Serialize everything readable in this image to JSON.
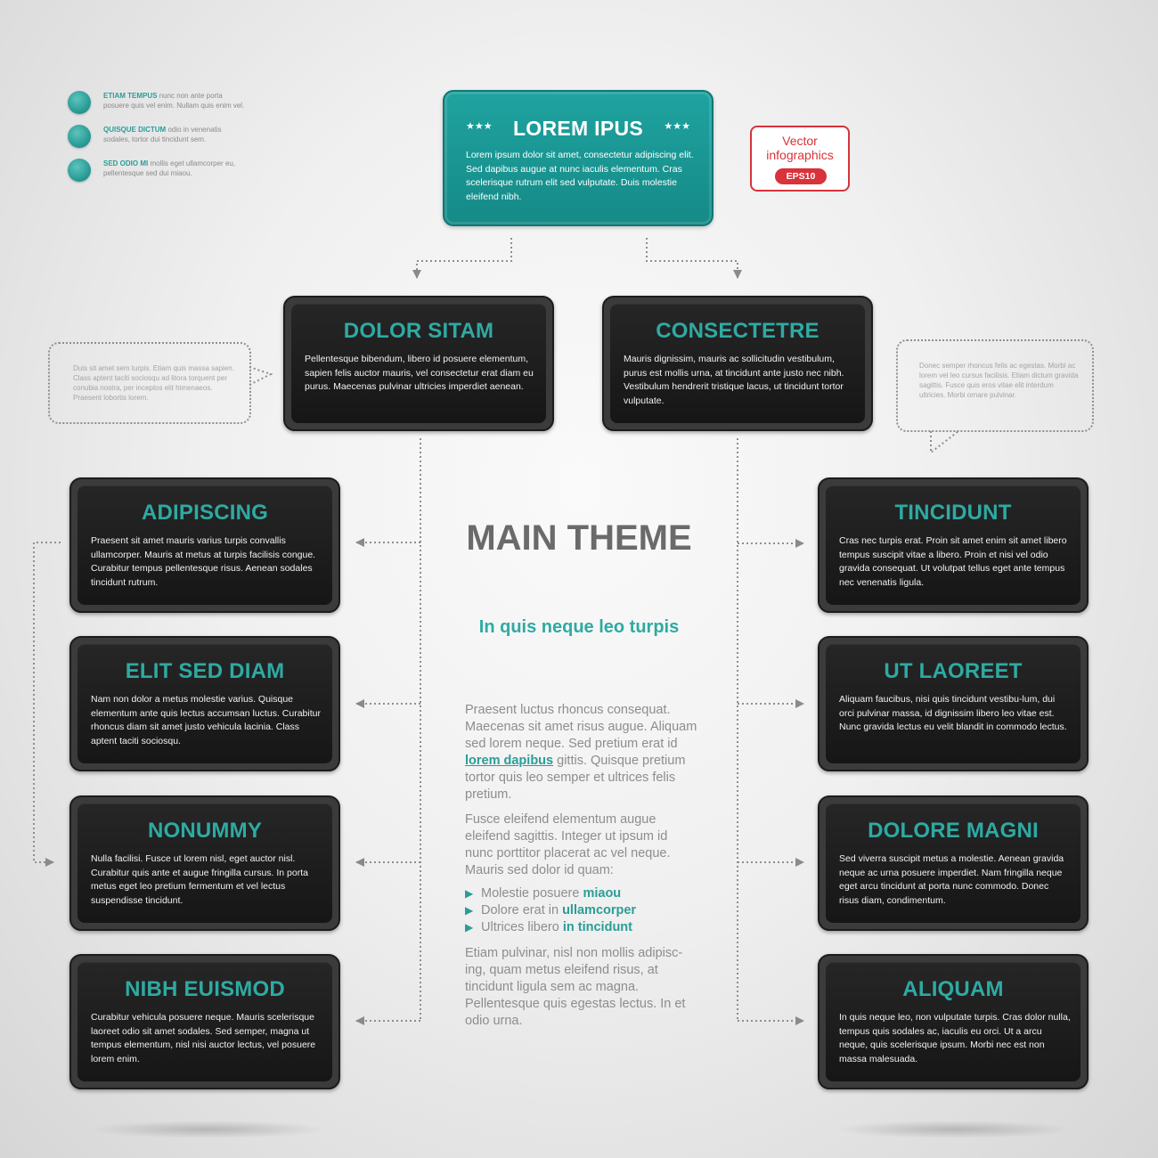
{
  "legend": [
    {
      "key": "ETIAM TEMPUS",
      "line1": "nunc non ante porta",
      "line2": "posuere quis vel enim. Nullam quis enim vel."
    },
    {
      "key": "QUISQUE DICTUM",
      "line1": "odio in venenatis",
      "line2": "sodales, tortor dui tincidunt sem."
    },
    {
      "key": "SED ODIO MI",
      "line1": "mollis eget ullamcorper eu,",
      "line2": "pellentesque sed dui miaou."
    }
  ],
  "top": {
    "title": "LOREM IPUS",
    "stars": "★★★",
    "body": "Lorem ipsum dolor sit amet, consectetur adipiscing elit. Sed dapibus augue at nunc iaculis elementum. Cras scelerisque rutrum elit sed vulputate. Duis molestie eleifend nibh."
  },
  "badge": {
    "line1": "Vector",
    "line2": "infographics",
    "pill": "EPS10"
  },
  "boxes": {
    "dolor": {
      "title": "DOLOR SITAM",
      "body": "Pellentesque bibendum, libero id posuere elementum, sapien felis auctor mauris, vel consectetur erat diam eu purus. Maecenas pulvinar ultricies imperdiet aenean."
    },
    "consectetre": {
      "title": "CONSECTETRE",
      "body": "Mauris dignissim, mauris ac sollicitudin vestibulum, purus est mollis urna, at tincidunt ante justo nec nibh. Vestibulum hendrerit tristique lacus, ut tincidunt tortor vulputate."
    },
    "adipiscing": {
      "title": "ADIPISCING",
      "body": "Praesent sit amet mauris varius turpis convallis ullamcorper. Mauris at metus at turpis facilisis congue. Curabitur tempus pellentesque risus. Aenean sodales tincidunt rutrum."
    },
    "elit": {
      "title": "ELIT SED DIAM",
      "body": "Nam non dolor a metus molestie varius. Quisque elementum ante quis lectus accumsan luctus. Curabitur rhoncus diam sit amet justo vehicula lacinia. Class aptent taciti sociosqu."
    },
    "nonummy": {
      "title": "NONUMMY",
      "body": "Nulla facilisi. Fusce ut lorem nisl, eget auctor nisl. Curabitur quis ante et augue fringilla cursus. In porta metus eget leo pretium fermentum et vel lectus suspendisse tincidunt."
    },
    "nibh": {
      "title": "NIBH EUISMOD",
      "body": "Curabitur vehicula posuere neque. Mauris scelerisque laoreet odio sit amet sodales. Sed semper, magna ut tempus elementum, nisl nisi auctor lectus, vel posuere lorem enim."
    },
    "tincidunt": {
      "title": "TINCIDUNT",
      "body": "Cras nec turpis erat. Proin sit amet enim sit amet libero tempus suscipit vitae a libero. Proin et nisi vel odio gravida consequat. Ut volutpat tellus eget ante tempus nec venenatis ligula."
    },
    "laoreet": {
      "title": "UT LAOREET",
      "body": "Aliquam faucibus, nisi quis tincidunt vestibu-lum, dui orci pulvinar massa, id dignissim libero leo vitae est. Nunc gravida lectus eu velit blandit in commodo lectus."
    },
    "magni": {
      "title": "DOLORE MAGNI",
      "body": "Sed viverra suscipit metus a molestie. Aenean gravida neque ac urna posuere imperdiet. Nam fringilla neque eget arcu tincidunt at porta nunc commodo. Donec risus diam, condimentum."
    },
    "aliquam": {
      "title": "ALIQUAM",
      "body": "In quis neque leo, non vulputate turpis. Cras dolor nulla, tempus quis sodales ac, iaculis eu orci. Ut a arcu neque, quis scelerisque ipsum. Morbi nec est non massa malesuada."
    }
  },
  "bubbles": {
    "left": "Duis sit amet sem turpis. Etiam quis massa sapien. Class aptent taciti sociosqu ad litora torquent per conubia nostra, per inceptos elit himenaeos. Praesent lobortis lorem.",
    "right": "Donec semper rhoncus felis ac egestas. Morbi ac lorem vel leo cursus facilisis. Etiam dictum gravida sagittis. Fusce quis eros vitae elit interdum ultricies. Morbi ornare pulvinar."
  },
  "center": {
    "main_theme": "MAIN THEME",
    "subtitle": "In quis neque leo turpis",
    "p1_before": "Praesent luctus rhoncus consequat. Maecenas sit amet risus augue. Aliquam sed lorem neque. Sed pretium erat id ",
    "p1_link": "lorem dapibus",
    "p1_after": " gittis. Quisque pretium tortor quis leo semper et ultrices felis pretium.",
    "p2": "Fusce eleifend elementum augue eleifend sagittis. Integer ut ipsum id nunc porttitor placerat ac vel neque. Mauris sed dolor id quam:",
    "bullets": [
      {
        "arrow": "▶",
        "text": "Molestie posuere ",
        "hl": "miaou"
      },
      {
        "arrow": "▶",
        "text": "Dolore erat in ",
        "hl": "ullamcorper"
      },
      {
        "arrow": "▶",
        "text": "Ultrices libero ",
        "hl": "in tincidunt"
      }
    ],
    "p3": "Etiam pulvinar, nisl non mollis adipisc-ing, quam metus eleifend risus, at tincidunt ligula sem ac magna. Pellentesque quis egestas lectus. In et odio urna."
  },
  "colors": {
    "accent": "#2eaaa3",
    "badge_red": "#d8323a",
    "box_dark": "#1c1c1c",
    "connector": "#8f8f8f"
  }
}
